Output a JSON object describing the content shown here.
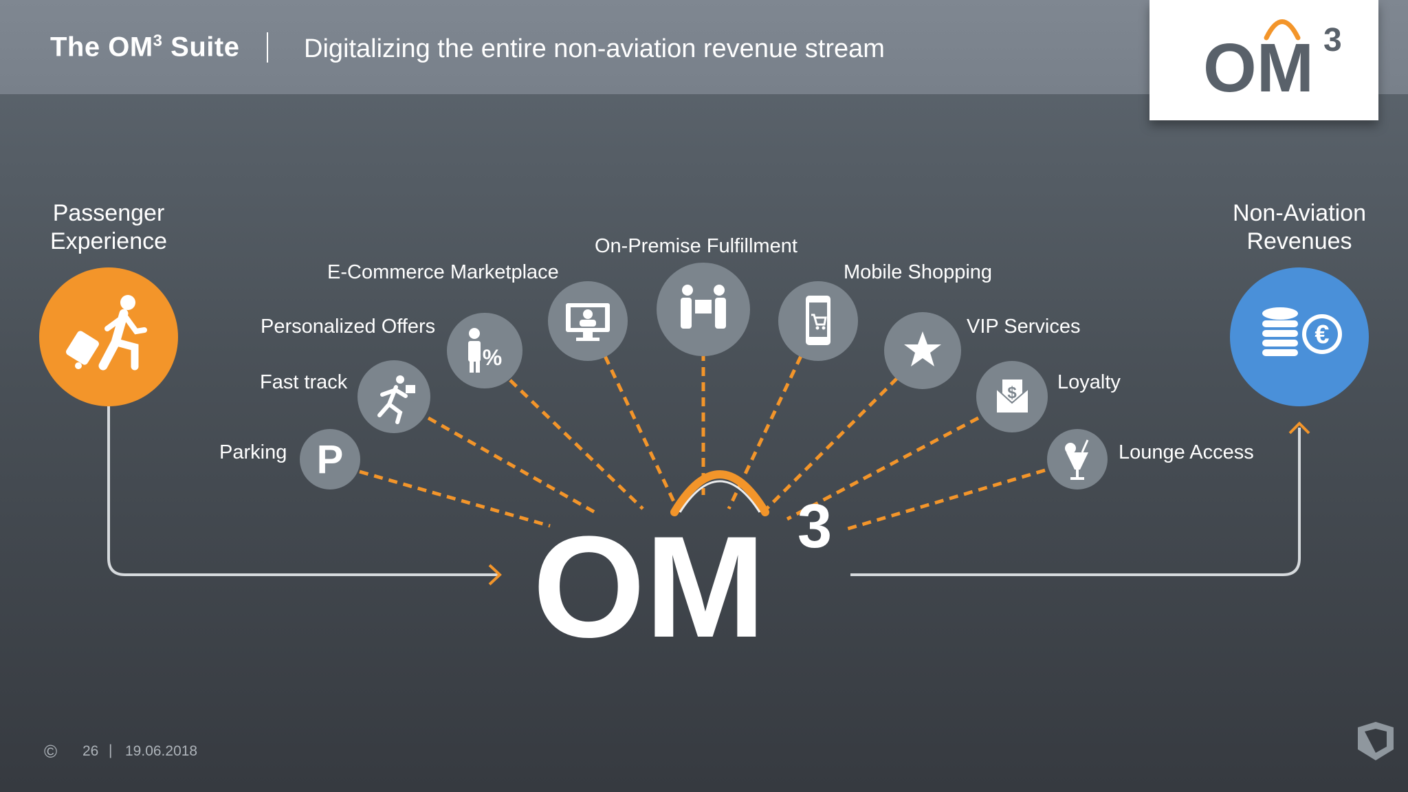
{
  "header": {
    "title": "The OM",
    "title_sup": "3",
    "title_suffix": " Suite",
    "subtitle": "Digitalizing the entire non-aviation revenue stream"
  },
  "logo": {
    "text": "OM",
    "sup": "3"
  },
  "left": {
    "label_line1": "Passenger",
    "label_line2": "Experience",
    "icon": "traveler-luggage-icon"
  },
  "right": {
    "label_line1": "Non-Aviation",
    "label_line2": "Revenues",
    "icon": "coins-euro-icon"
  },
  "center": {
    "text": "OM",
    "sup": "3"
  },
  "services": [
    {
      "label": "Parking",
      "icon": "parking-icon"
    },
    {
      "label": "Fast track",
      "icon": "running-person-icon"
    },
    {
      "label": "Personalized Offers",
      "icon": "person-percent-icon"
    },
    {
      "label": "E-Commerce Marketplace",
      "icon": "monitor-icon"
    },
    {
      "label": "On-Premise Fulfillment",
      "icon": "handover-icon"
    },
    {
      "label": "Mobile Shopping",
      "icon": "smartphone-cart-icon"
    },
    {
      "label": "VIP Services",
      "icon": "star-icon"
    },
    {
      "label": "Loyalty",
      "icon": "envelope-dollar-icon"
    },
    {
      "label": "Lounge Access",
      "icon": "cocktail-icon"
    }
  ],
  "footer": {
    "copyright": "©",
    "page": "26",
    "separator": "|",
    "date": "19.06.2018"
  },
  "colors": {
    "accent": "#f3952a",
    "blue": "#4a90d9",
    "circle": "#7c858d"
  }
}
